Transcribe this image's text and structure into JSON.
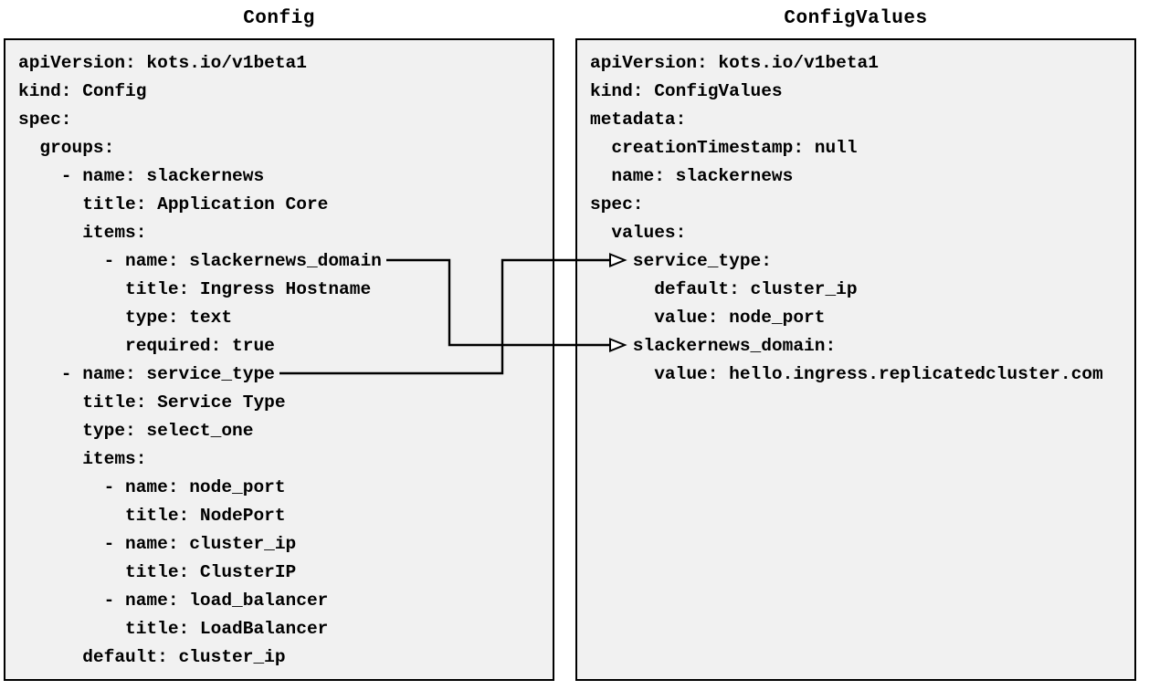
{
  "diagram": {
    "left_panel": {
      "title": "Config",
      "yaml_lines": [
        "apiVersion: kots.io/v1beta1",
        "kind: Config",
        "spec:",
        "  groups:",
        "    - name: slackernews",
        "      title: Application Core",
        "      items:",
        "        - name: slackernews_domain",
        "          title: Ingress Hostname",
        "          type: text",
        "          required: true",
        "    - name: service_type",
        "      title: Service Type",
        "      type: select_one",
        "      items:",
        "        - name: node_port",
        "          title: NodePort",
        "        - name: cluster_ip",
        "          title: ClusterIP",
        "        - name: load_balancer",
        "          title: LoadBalancer",
        "      default: cluster_ip"
      ]
    },
    "right_panel": {
      "title": "ConfigValues",
      "yaml_lines": [
        "apiVersion: kots.io/v1beta1",
        "kind: ConfigValues",
        "metadata:",
        "  creationTimestamp: null",
        "  name: slackernews",
        "spec:",
        "  values:",
        "    service_type:",
        "      default: cluster_ip",
        "      value: node_port",
        "    slackernews_domain:",
        "      value: hello.ingress.replicatedcluster.com"
      ]
    },
    "mappings": [
      {
        "from": "Config item: slackernews_domain",
        "to": "ConfigValues key: slackernews_domain"
      },
      {
        "from": "Config item: service_type",
        "to": "ConfigValues key: service_type"
      }
    ],
    "colors": {
      "page_bg": "#ffffff",
      "panel_bg": "#f1f1f1",
      "panel_border": "#000000",
      "text": "#000000",
      "arrow": "#000000"
    }
  }
}
